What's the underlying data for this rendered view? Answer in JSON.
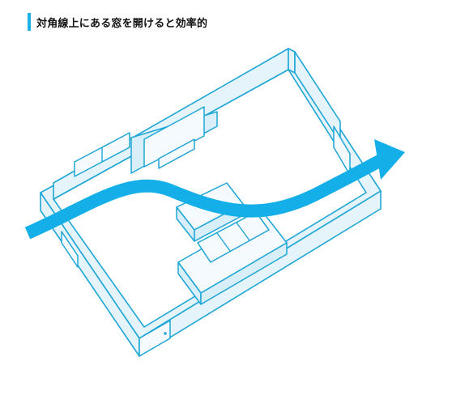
{
  "heading": {
    "text": "対角線上にある窓を開けると効率的",
    "accent_color": "#1bb0e6"
  },
  "diagram": {
    "line_color": "#1ea6d6",
    "wall_fill": "#e5f4fb",
    "airflow_color": "#14aee8",
    "icons": [
      "room-outline",
      "tv-unit",
      "coffee-table",
      "sofa",
      "window",
      "door",
      "airflow-arrow"
    ]
  }
}
